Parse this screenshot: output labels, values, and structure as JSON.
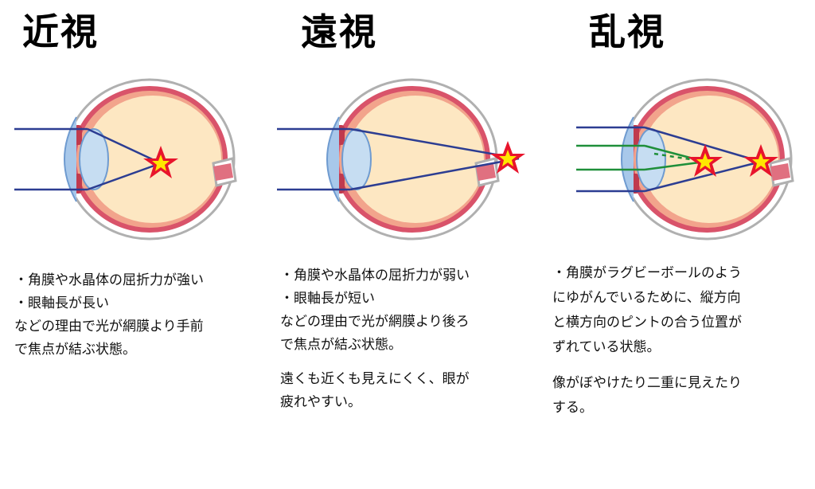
{
  "panels": [
    {
      "title": "近視",
      "lines": [
        "・角膜や水晶体の屈折力が強い",
        "・眼軸長が長い",
        "などの理由で光が網膜より手前",
        "で焦点が結ぶ状態。"
      ]
    },
    {
      "title": "遠視",
      "lines": [
        "・角膜や水晶体の屈折力が弱い",
        "・眼軸長が短い",
        "などの理由で光が網膜より後ろ",
        "で焦点が結ぶ状態。"
      ],
      "note_lines": [
        "遠くも近くも見えにくく、眼が",
        "疲れやすい。"
      ]
    },
    {
      "title": "乱視",
      "lines": [
        "・角膜がラグビーボールのよう",
        "にゆがんでいるために、縦方向",
        "と横方向のピントの合う位置が",
        "ずれている状態。"
      ],
      "note_lines": [
        "像がぼやけたり二重に見えたり",
        "する。"
      ]
    }
  ],
  "colors": {
    "sclera_outline": "#b0b0b0",
    "retina": "#d9536a",
    "vitreous": "#fde7c2",
    "cornea": "#a8c8ea",
    "lens": "#c6ddf2",
    "ray_blue": "#2c3d92",
    "ray_green": "#1f8f3a",
    "star_red": "#e8142c",
    "star_yellow": "#ffe600"
  }
}
